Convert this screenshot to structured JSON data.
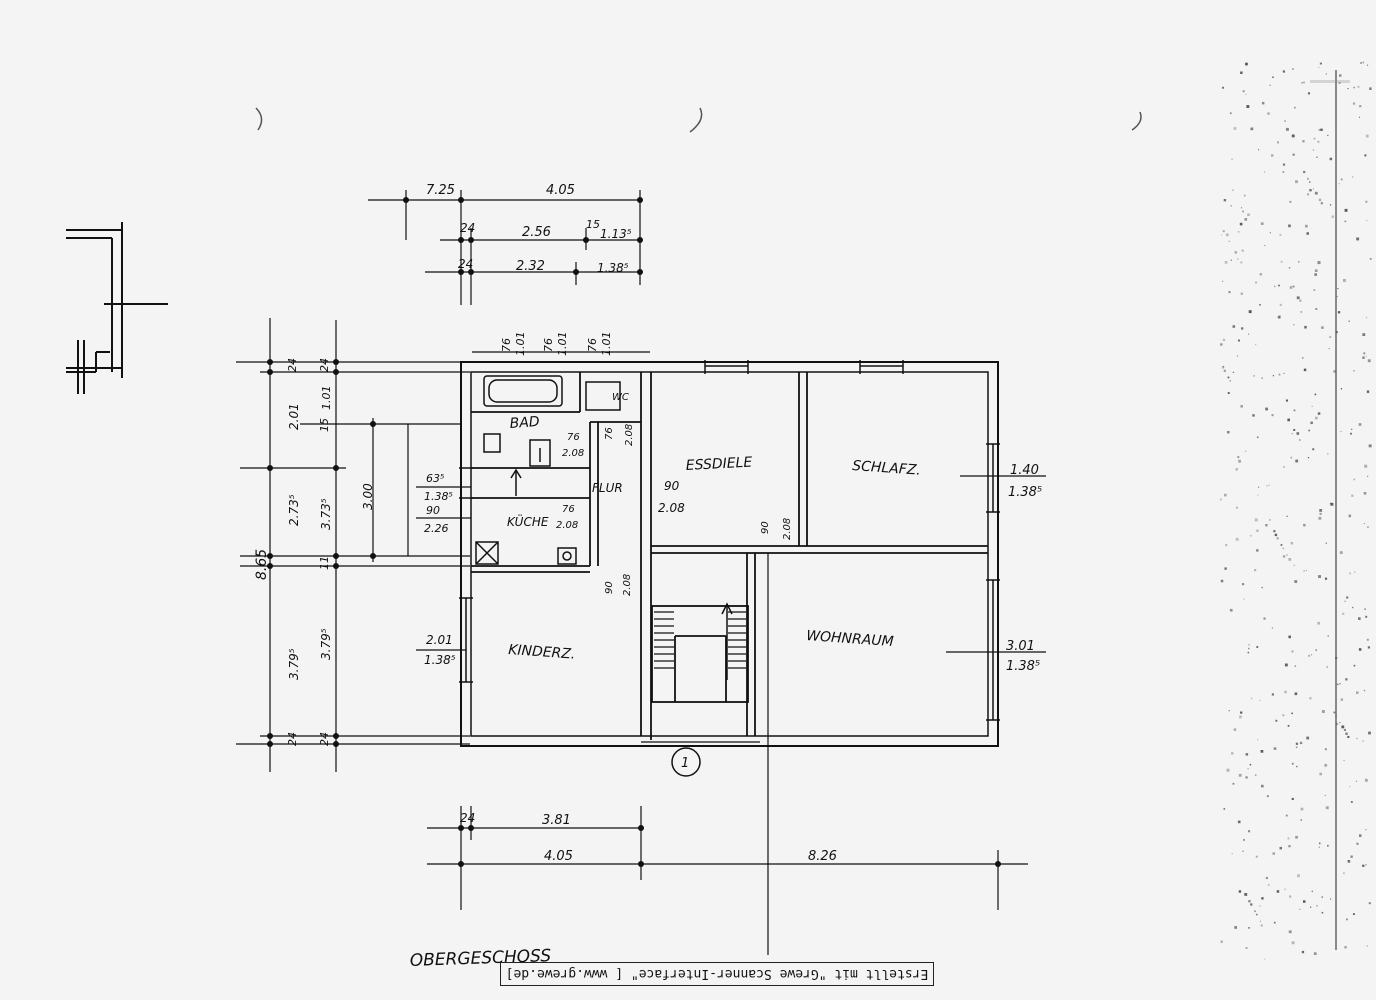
{
  "drawing": {
    "floor_title": "OBERGESCHOSS",
    "rooms": {
      "bad": "BAD",
      "wc": "WC",
      "essdiele": "ESSDIELE",
      "schlafz": "SCHLAFZ.",
      "flur": "FLUR",
      "kueche": "KÜCHE",
      "kinderz": "KINDERZ.",
      "wohnraum": "WOHNRAUM"
    },
    "marker": "1",
    "dimensions": {
      "top_row1": [
        "7.25",
        "4.05"
      ],
      "top_row2": [
        "24",
        "2.56",
        "15",
        "1.13⁵"
      ],
      "top_row3": [
        "24",
        "2.32",
        "1.38⁵"
      ],
      "bath_openings": [
        "76",
        "1.01",
        "76",
        "1.01",
        "76",
        "1.01"
      ],
      "left_outer": [
        "24",
        "2.01",
        "2.73⁵",
        "8.65",
        "3.79⁵",
        "24"
      ],
      "left_inner": [
        "24",
        "1.01",
        "15",
        "3.73⁵",
        "11",
        "3.79⁵",
        "24"
      ],
      "left_small": "3.00",
      "left_openings": [
        [
          "63⁵",
          "1.38⁵"
        ],
        [
          "90",
          "2.26"
        ],
        [
          "2.01",
          "1.38⁵"
        ]
      ],
      "inner_openings": [
        [
          "76",
          "2.08"
        ],
        [
          "76",
          "2.08"
        ],
        [
          "76",
          "2.08"
        ],
        [
          "90",
          "2.08"
        ],
        [
          "90",
          "2.08"
        ],
        [
          "90",
          "2.08"
        ]
      ],
      "right_openings": [
        [
          "1.40",
          "1.38⁵"
        ],
        [
          "3.01",
          "1.38⁵"
        ]
      ],
      "bottom_row1": [
        "24",
        "3.81"
      ],
      "bottom_row2": [
        "4.05",
        "8.26"
      ]
    }
  },
  "scanner_stamp": "Erstellt mit \"Grewe Scanner-Interface\" [ www.grewe.de]"
}
